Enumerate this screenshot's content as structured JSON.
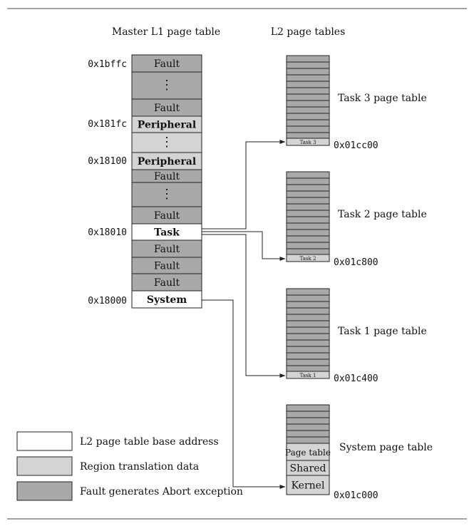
{
  "master": {
    "title": "Master L1 page table",
    "cells": [
      {
        "label": "Fault",
        "kind": "fault"
      },
      {
        "label": "⋮",
        "kind": "fault"
      },
      {
        "label": "Fault",
        "kind": "fault"
      },
      {
        "label": "Peripheral",
        "kind": "region"
      },
      {
        "label": "⋮",
        "kind": "region"
      },
      {
        "label": "Peripheral",
        "kind": "region"
      },
      {
        "label": "Fault",
        "kind": "fault"
      },
      {
        "label": "⋮",
        "kind": "fault"
      },
      {
        "label": "Fault",
        "kind": "fault"
      },
      {
        "label": "Task",
        "kind": "base"
      },
      {
        "label": "Fault",
        "kind": "fault"
      },
      {
        "label": "Fault",
        "kind": "fault"
      },
      {
        "label": "Fault",
        "kind": "fault"
      },
      {
        "label": "System",
        "kind": "base"
      }
    ],
    "addresses": [
      "0x1bffc",
      "0x181fc",
      "0x18100",
      "0x18010",
      "0x18000"
    ]
  },
  "l2": {
    "title": "L2 page tables",
    "tables": [
      {
        "name": "Task 3 page table",
        "tag": "Task 3",
        "address": "0x01cc00"
      },
      {
        "name": "Task 2 page table",
        "tag": "Task 2",
        "address": "0x01c800"
      },
      {
        "name": "Task 1 page table",
        "tag": "Task 1",
        "address": "0x01c400"
      },
      {
        "name": "System page table",
        "address": "0x01c000",
        "region_labels": [
          "Page table",
          "Shared",
          "Kernel"
        ]
      }
    ]
  },
  "legend": [
    {
      "label": "L2 page table base address",
      "kind": "base"
    },
    {
      "label": "Region translation data",
      "kind": "region"
    },
    {
      "label": "Fault generates Abort exception",
      "kind": "fault"
    }
  ],
  "colors": {
    "fault": "#a9a9a9",
    "region": "#d4d4d4",
    "base": "#ffffff",
    "stroke": "#222222"
  }
}
